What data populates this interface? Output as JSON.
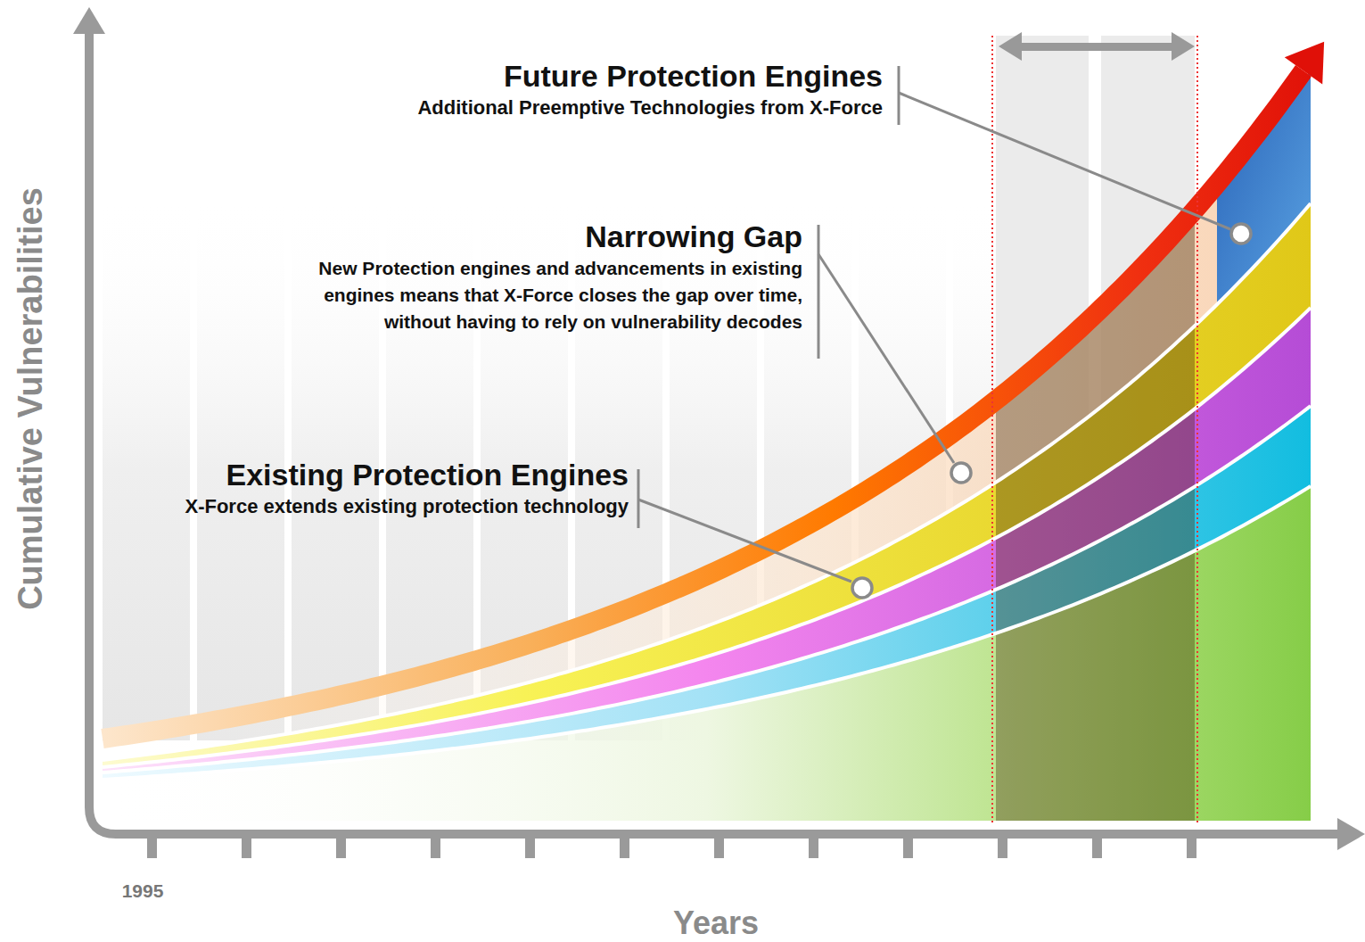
{
  "diagram": {
    "labels": [
      "Future Protection Engines",
      "Additional Preemptive Technologies from X-Force",
      "Narrowing Gap",
      "New Protection engines and advancements in existing engines means that X-Force closes the gap over time, without having to rely on vulnerability decodes",
      "Existing Protection Engines",
      "X-Force extends existing protection technology",
      "Cumulative Vulnerabilities",
      "1995",
      "Years"
    ]
  }
}
